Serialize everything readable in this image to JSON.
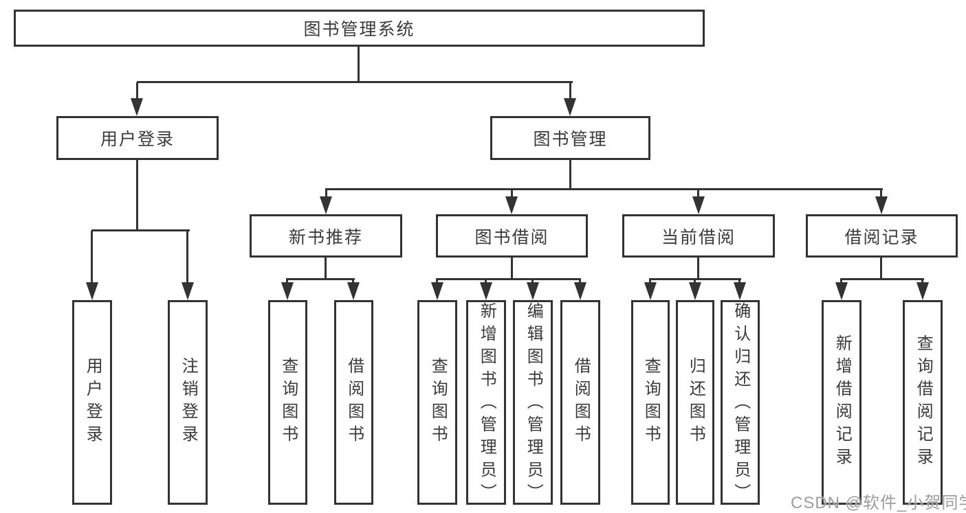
{
  "diagram": {
    "root": {
      "label": "图书管理系统",
      "children": [
        {
          "label": "用户登录",
          "children": [
            {
              "label": "用户登录"
            },
            {
              "label": "注销登录"
            }
          ]
        },
        {
          "label": "图书管理",
          "children": [
            {
              "label": "新书推荐",
              "children": [
                {
                  "label": "查询图书"
                },
                {
                  "label": "借阅图书"
                }
              ]
            },
            {
              "label": "图书借阅",
              "children": [
                {
                  "label": "查询图书"
                },
                {
                  "label": "新增图书（管理员）"
                },
                {
                  "label": "编辑图书（管理员）"
                },
                {
                  "label": "借阅图书"
                }
              ]
            },
            {
              "label": "当前借阅",
              "children": [
                {
                  "label": "查询图书"
                },
                {
                  "label": "归还图书"
                },
                {
                  "label": "确认归还（管理员）"
                }
              ]
            },
            {
              "label": "借阅记录",
              "children": [
                {
                  "label": "新增借阅记录"
                },
                {
                  "label": "查询借阅记录"
                }
              ]
            }
          ]
        }
      ]
    }
  },
  "watermark": {
    "text": "CSDN @软件_小贺同学"
  },
  "colors": {
    "line": "#333333",
    "text": "#3a3a3a",
    "background": "#ffffff",
    "watermark": "#9c9c9c"
  }
}
